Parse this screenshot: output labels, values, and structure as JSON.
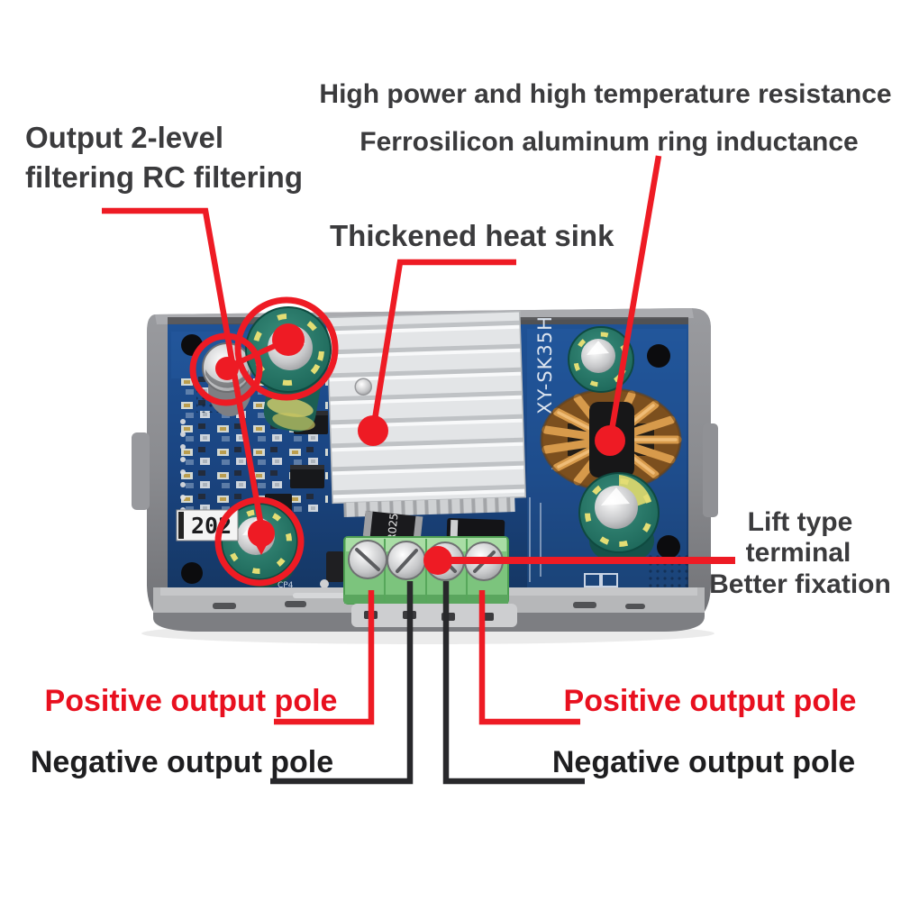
{
  "labels": {
    "inductance_1": "High power and high temperature resistance",
    "inductance_2": "Ferrosilicon aluminum ring inductance",
    "rc_1": "Output 2-level",
    "rc_2": "filtering RC filtering",
    "heatsink": "Thickened heat sink",
    "terminal_1": "Lift type",
    "terminal_2": "terminal",
    "terminal_3": "Better fixation",
    "pos_left": "Positive output pole",
    "neg_left": "Negative output pole",
    "pos_right": "Positive output pole",
    "neg_right": "Negative output pole"
  },
  "board_text": {
    "model": "XY-SK35H",
    "shunt": "R025",
    "date_code": "202",
    "silkscreen_cp4": "CP4"
  },
  "colors": {
    "annotation_red": "#ee1b24",
    "label_red": "#e8101f",
    "label_dark": "#3b3b3d",
    "label_black": "#1e1e20",
    "line_black": "#28282b",
    "pcb_blue": "#1d4a88",
    "case_gray": "#85868a",
    "terminal_green": "#7cc47d",
    "heatsink_silver": "#e3e5e7",
    "capacitor_teal": "#20655a",
    "inductor_copper": "#d59a4f"
  }
}
